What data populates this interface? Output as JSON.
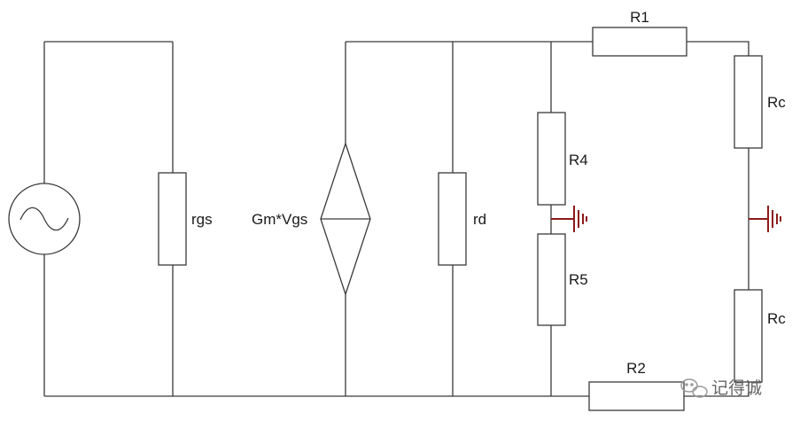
{
  "circuit": {
    "labels": {
      "r1": "R1",
      "r2": "R2",
      "rc_top": "Rc",
      "rc_bottom": "Rc",
      "r4": "R4",
      "r5": "R5",
      "rd": "rd",
      "rgs": "rgs",
      "source": "Gm*Vgs"
    },
    "colors": {
      "wire": "#3a3a3a",
      "ground": "#8b1a1a"
    }
  },
  "watermark": {
    "text": "记得诚",
    "icon": "wechat-icon"
  }
}
